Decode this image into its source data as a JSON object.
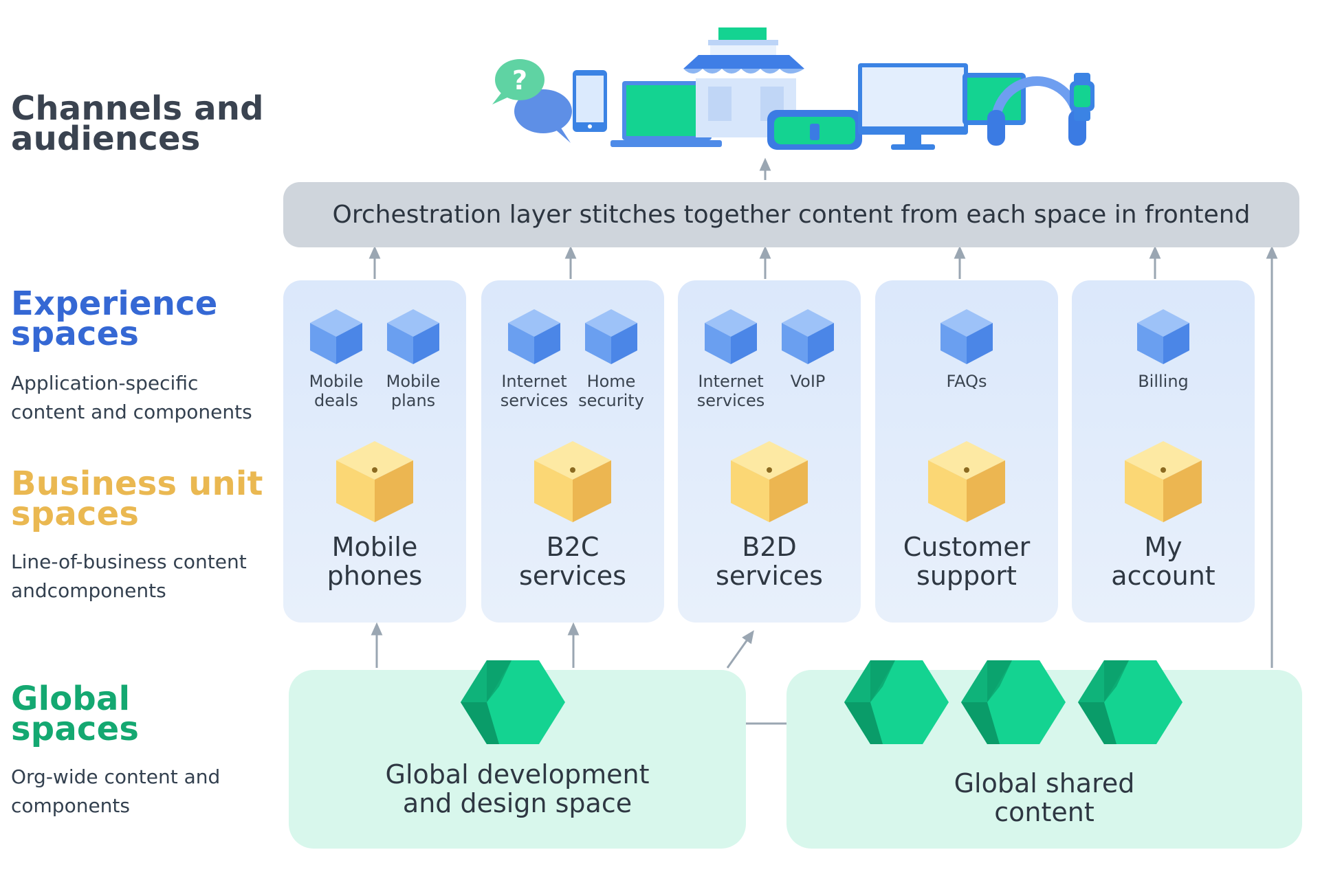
{
  "sections": {
    "channels": {
      "title": "Channels and\naudiences"
    },
    "experience": {
      "title": "Experience\nspaces",
      "subtitle": "Application-specific\ncontent and components"
    },
    "business": {
      "title": "Business unit\nspaces",
      "subtitle": "Line-of-business content\nandcomponents"
    },
    "global": {
      "title": "Global\nspaces",
      "subtitle": "Org-wide content and\ncomponents"
    }
  },
  "orchestration": {
    "label": "Orchestration layer stitches together content from each space in frontend"
  },
  "columns": [
    {
      "experience": [
        "Mobile\ndeals",
        "Mobile\nplans"
      ],
      "business": "Mobile\nphones"
    },
    {
      "experience": [
        "Internet\nservices",
        "Home\nsecurity"
      ],
      "business": "B2C\nservices"
    },
    {
      "experience": [
        "Internet\nservices",
        "VoIP"
      ],
      "business": "B2D\nservices"
    },
    {
      "experience": [
        "FAQs"
      ],
      "business": "Customer\nsupport"
    },
    {
      "experience": [
        "Billing"
      ],
      "business": "My\naccount"
    }
  ],
  "global_spaces": {
    "development": "Global development\nand design space",
    "shared": "Global shared\ncontent"
  },
  "channel_icons": [
    "chat-bubbles-icon",
    "smartphone-icon",
    "laptop-icon",
    "storefront-icon",
    "vr-headset-icon",
    "desktop-monitor-icon",
    "tablet-icon",
    "headphones-icon",
    "smartwatch-icon"
  ],
  "colors": {
    "experience_accent": "#3568d4",
    "business_accent": "#eab851",
    "global_accent": "#14a871",
    "orchestration_bg": "#cfd5dc",
    "column_bg": "#dfeafb",
    "global_bg": "#d8f7ec"
  }
}
